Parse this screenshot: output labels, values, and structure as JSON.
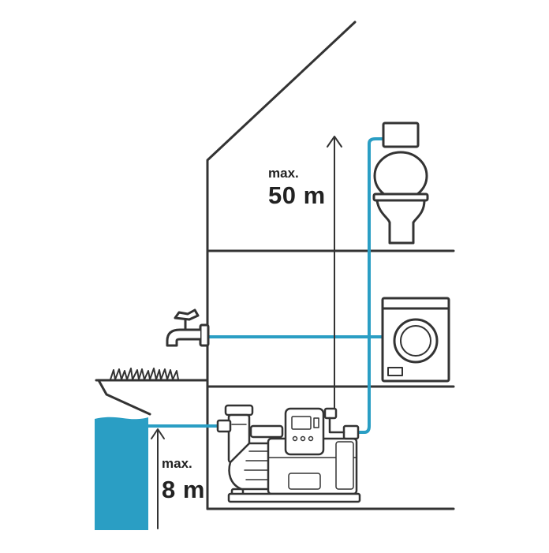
{
  "labels": {
    "upper_prefix": "max.",
    "upper_value": "50 m",
    "lower_prefix": "max.",
    "lower_value": "8 m"
  },
  "colors": {
    "outline": "#333333",
    "pipe": "#2a9ec4",
    "water": "#2a9ec4",
    "grass": "#333333",
    "background": "#ffffff"
  },
  "icons": {
    "toilet": "toilet-icon",
    "washing_machine": "washing-machine-icon",
    "garden_tap": "garden-tap-icon",
    "pump": "booster-pump-icon",
    "well": "water-well-icon"
  }
}
